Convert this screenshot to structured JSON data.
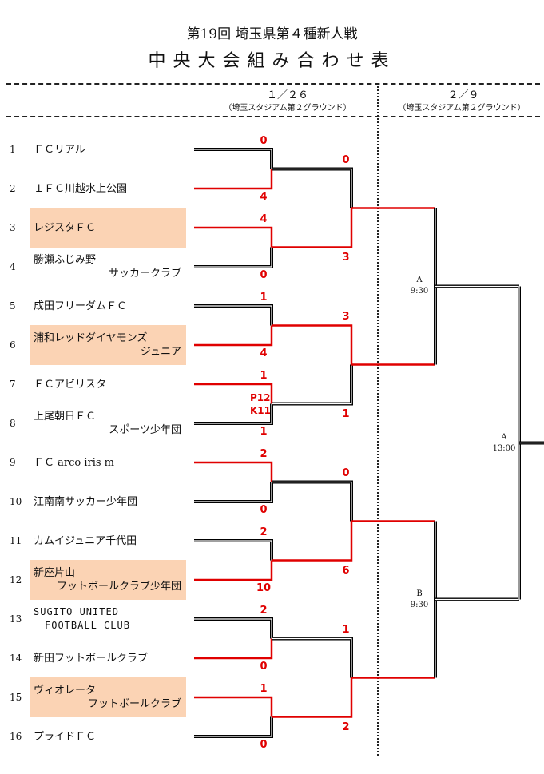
{
  "title": "第19回 埼玉県第４種新人戦",
  "subtitle": "中央大会組み合わせ表",
  "round1": {
    "date": "１／２６",
    "venue": "（埼玉スタジアム第２グラウンド）"
  },
  "round2": {
    "date": "２／９",
    "venue": "（埼玉スタジアム第２グラウンド）"
  },
  "colors": {
    "winner": "#e00000",
    "loser": "#000000",
    "highlight": "#fbd3b4"
  },
  "teams": [
    {
      "no": "1",
      "l1": "ＦＣリアル",
      "l2": "",
      "hl": false
    },
    {
      "no": "2",
      "l1": "１ＦＣ川越水上公園",
      "l2": "",
      "hl": false
    },
    {
      "no": "3",
      "l1": "レジスタＦＣ",
      "l2": "",
      "hl": true
    },
    {
      "no": "4",
      "l1": "勝瀬ふじみ野",
      "l2": "サッカークラブ",
      "hl": false
    },
    {
      "no": "5",
      "l1": "成田フリーダムＦＣ",
      "l2": "",
      "hl": false
    },
    {
      "no": "6",
      "l1": "浦和レッドダイヤモンズ",
      "l2": "ジュニア",
      "hl": true
    },
    {
      "no": "7",
      "l1": "ＦＣアビリスタ",
      "l2": "",
      "hl": false
    },
    {
      "no": "8",
      "l1": "上尾朝日ＦＣ",
      "l2": "スポーツ少年団",
      "hl": false
    },
    {
      "no": "9",
      "l1": "ＦＣ arco iris m",
      "l2": "",
      "hl": false
    },
    {
      "no": "10",
      "l1": "江南南サッカー少年団",
      "l2": "",
      "hl": false
    },
    {
      "no": "11",
      "l1": "カムイジュニア千代田",
      "l2": "",
      "hl": false
    },
    {
      "no": "12",
      "l1": "新座片山",
      "l2": "フットボールクラブ少年団",
      "hl": true
    },
    {
      "no": "13",
      "l1": "SUGITO UNITED",
      "l2": "FOOTBALL CLUB",
      "hl": false
    },
    {
      "no": "14",
      "l1": "新田フットボールクラブ",
      "l2": "",
      "hl": false
    },
    {
      "no": "15",
      "l1": "ヴィオレータ",
      "l2": "フットボールクラブ",
      "hl": true
    },
    {
      "no": "16",
      "l1": "プライドＦＣ",
      "l2": "",
      "hl": false
    }
  ],
  "r1_scores": [
    "0",
    "4",
    "4",
    "0",
    "1",
    "4",
    "1",
    "1",
    "2",
    "0",
    "2",
    "10",
    "2",
    "0",
    "1",
    "0"
  ],
  "r1_pk": "P12\nK11",
  "r2_scores": [
    "0",
    "3",
    "3",
    "1",
    "0",
    "6",
    "1",
    "2"
  ],
  "slots": {
    "semi_a": {
      "name": "A",
      "time": "9:30"
    },
    "semi_b": {
      "name": "B",
      "time": "9:30"
    },
    "final_a": {
      "name": "A",
      "time": "13:00"
    }
  }
}
